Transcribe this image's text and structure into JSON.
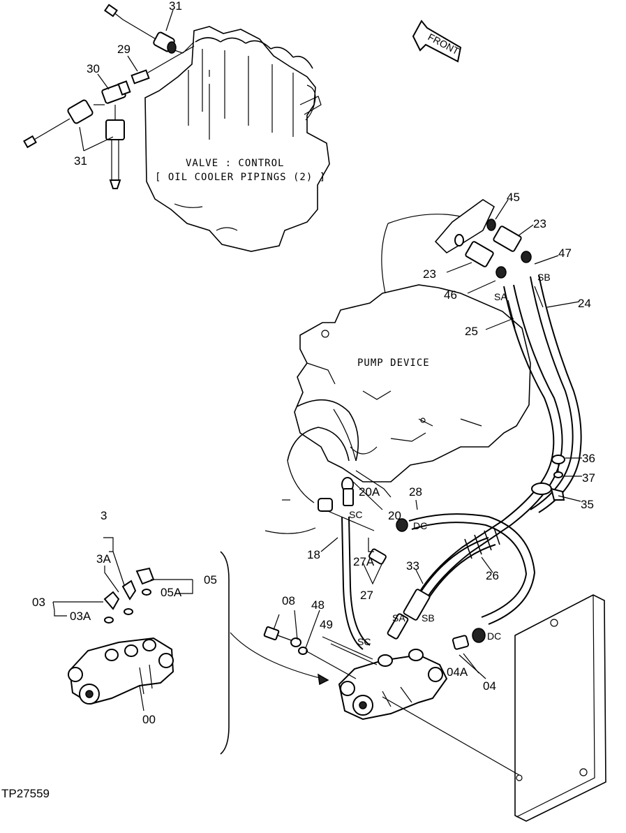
{
  "captions": {
    "valve_line1": "VALVE : CONTROL",
    "valve_line2": "[ OIL COOLER PIPINGS (2) ]",
    "pump": "PUMP DEVICE",
    "front": "FRONT",
    "figure_id": "TP27559"
  },
  "callouts": {
    "c31_top": "31",
    "c29": "29",
    "c30": "30",
    "c31_bottom": "31",
    "c45": "45",
    "c23_right": "23",
    "c23_left": "23",
    "c47": "47",
    "c46": "46",
    "c24": "24",
    "c25": "25",
    "c36": "36",
    "c37": "37",
    "c35": "35",
    "c20A": "20A",
    "c20": "20",
    "c28": "28",
    "c18": "18",
    "c27A": "27A",
    "c27": "27",
    "c33": "33",
    "c26": "26",
    "c08": "08",
    "c48": "48",
    "c49": "49",
    "c04A": "04A",
    "c04": "04",
    "c3": "3",
    "c3A": "3A",
    "c05": "05",
    "c05A": "05A",
    "c03": "03",
    "c03A": "03A",
    "c00": "00"
  },
  "port_marks": {
    "sb_top": "SB",
    "sa_top": "SA",
    "sc_left": "SC",
    "dc_top": "DC",
    "sa_mid": "SA",
    "sb_mid": "SB",
    "sc_mid": "SC",
    "dc_right": "DC"
  }
}
